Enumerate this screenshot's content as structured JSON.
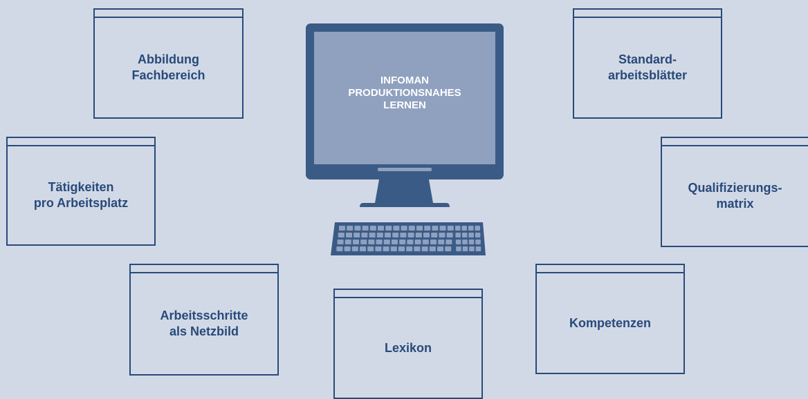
{
  "colors": {
    "background": "#d2d9e6",
    "frame": "#274a7a",
    "monitor": "#3b5b87",
    "screen": "#8fa1bf",
    "text": "#274a7a"
  },
  "monitor": {
    "title": "INFOMAN\nPRODUKTIONSNAHES\nLERNEN"
  },
  "windows": {
    "abbildung": "Abbildung\nFachbereich",
    "standard": "Standard-\narbeitsblätter",
    "taetigkeiten": "Tätigkeiten\npro Arbeitsplatz",
    "qualifizierung": "Qualifizierungs-\nmatrix",
    "arbeitsschritte": "Arbeitsschritte\nals Netzbild",
    "lexikon": "Lexikon",
    "kompetenzen": "Kompetenzen"
  },
  "icons": {
    "monitor": "computer-monitor-icon",
    "keyboard": "keyboard-icon"
  }
}
